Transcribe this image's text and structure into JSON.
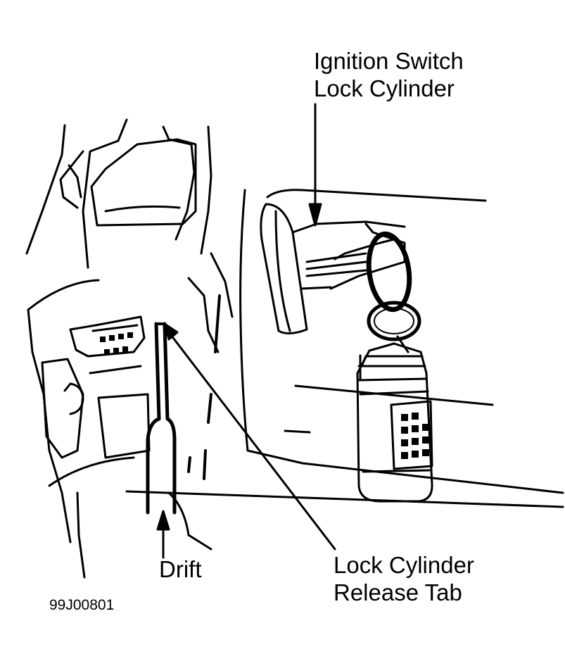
{
  "figure": {
    "callouts": {
      "ignition_switch_line1": "Ignition Switch",
      "ignition_switch_line2": "Lock Cylinder",
      "drift": "Drift",
      "release_tab_line1": "Lock Cylinder",
      "release_tab_line2": "Release Tab"
    },
    "figure_id": "99J00801"
  },
  "colors": {
    "ink": "#000000",
    "background": "#ffffff"
  }
}
